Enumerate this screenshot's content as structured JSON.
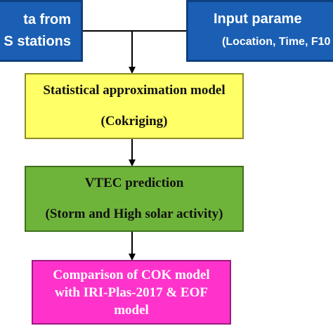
{
  "left_box": {
    "line1": "ta from",
    "line2": "S stations"
  },
  "right_box": {
    "line1": "Input parame",
    "line2": "(Location, Time, F10"
  },
  "statistical_box": {
    "line1": "Statistical approximation model",
    "line2": "(Cokriging)"
  },
  "vtec_box": {
    "line1": "VTEC prediction",
    "line2": "(Storm and High solar activity)"
  },
  "comparison_box": {
    "line1": "Comparison of COK model",
    "line2": "with IRI-Plas-2017 & EOF",
    "line3": "model"
  },
  "colors": {
    "input_boxes": "#1a5fb4",
    "statistical_box": "#ffff66",
    "vtec_box": "#6fb43a",
    "comparison_box": "#ff33cc",
    "arrows": "#000000"
  }
}
